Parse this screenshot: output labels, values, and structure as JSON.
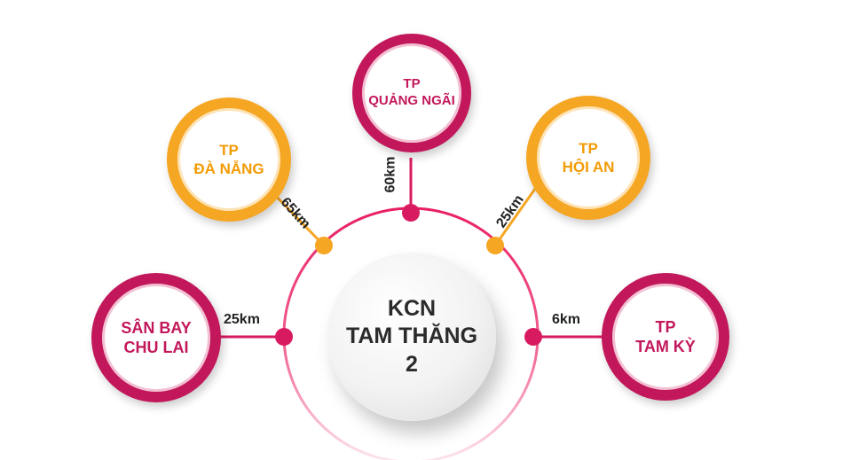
{
  "colors": {
    "magenta": "#d81b60",
    "magenta_dark": "#b0124c",
    "orange": "#f5a623",
    "orange_dark": "#e08a00",
    "text_dark": "#222222"
  },
  "center": {
    "line1": "KCN",
    "line2": "TAM THĂNG",
    "line3": "2"
  },
  "nodes": {
    "quang_ngai": {
      "line1": "TP",
      "line2": "QUẢNG NGÃI",
      "distance": "60km"
    },
    "da_nang": {
      "line1": "TP",
      "line2": "ĐÀ NẴNG",
      "distance": "65km"
    },
    "hoi_an": {
      "line1": "TP",
      "line2": "HỘI AN",
      "distance": "25km"
    },
    "chu_lai": {
      "line1": "SÂN BAY",
      "line2": "CHU LAI",
      "distance": "25km"
    },
    "tam_ky": {
      "line1": "TP",
      "line2": "TAM KỲ",
      "distance": "6km"
    }
  }
}
